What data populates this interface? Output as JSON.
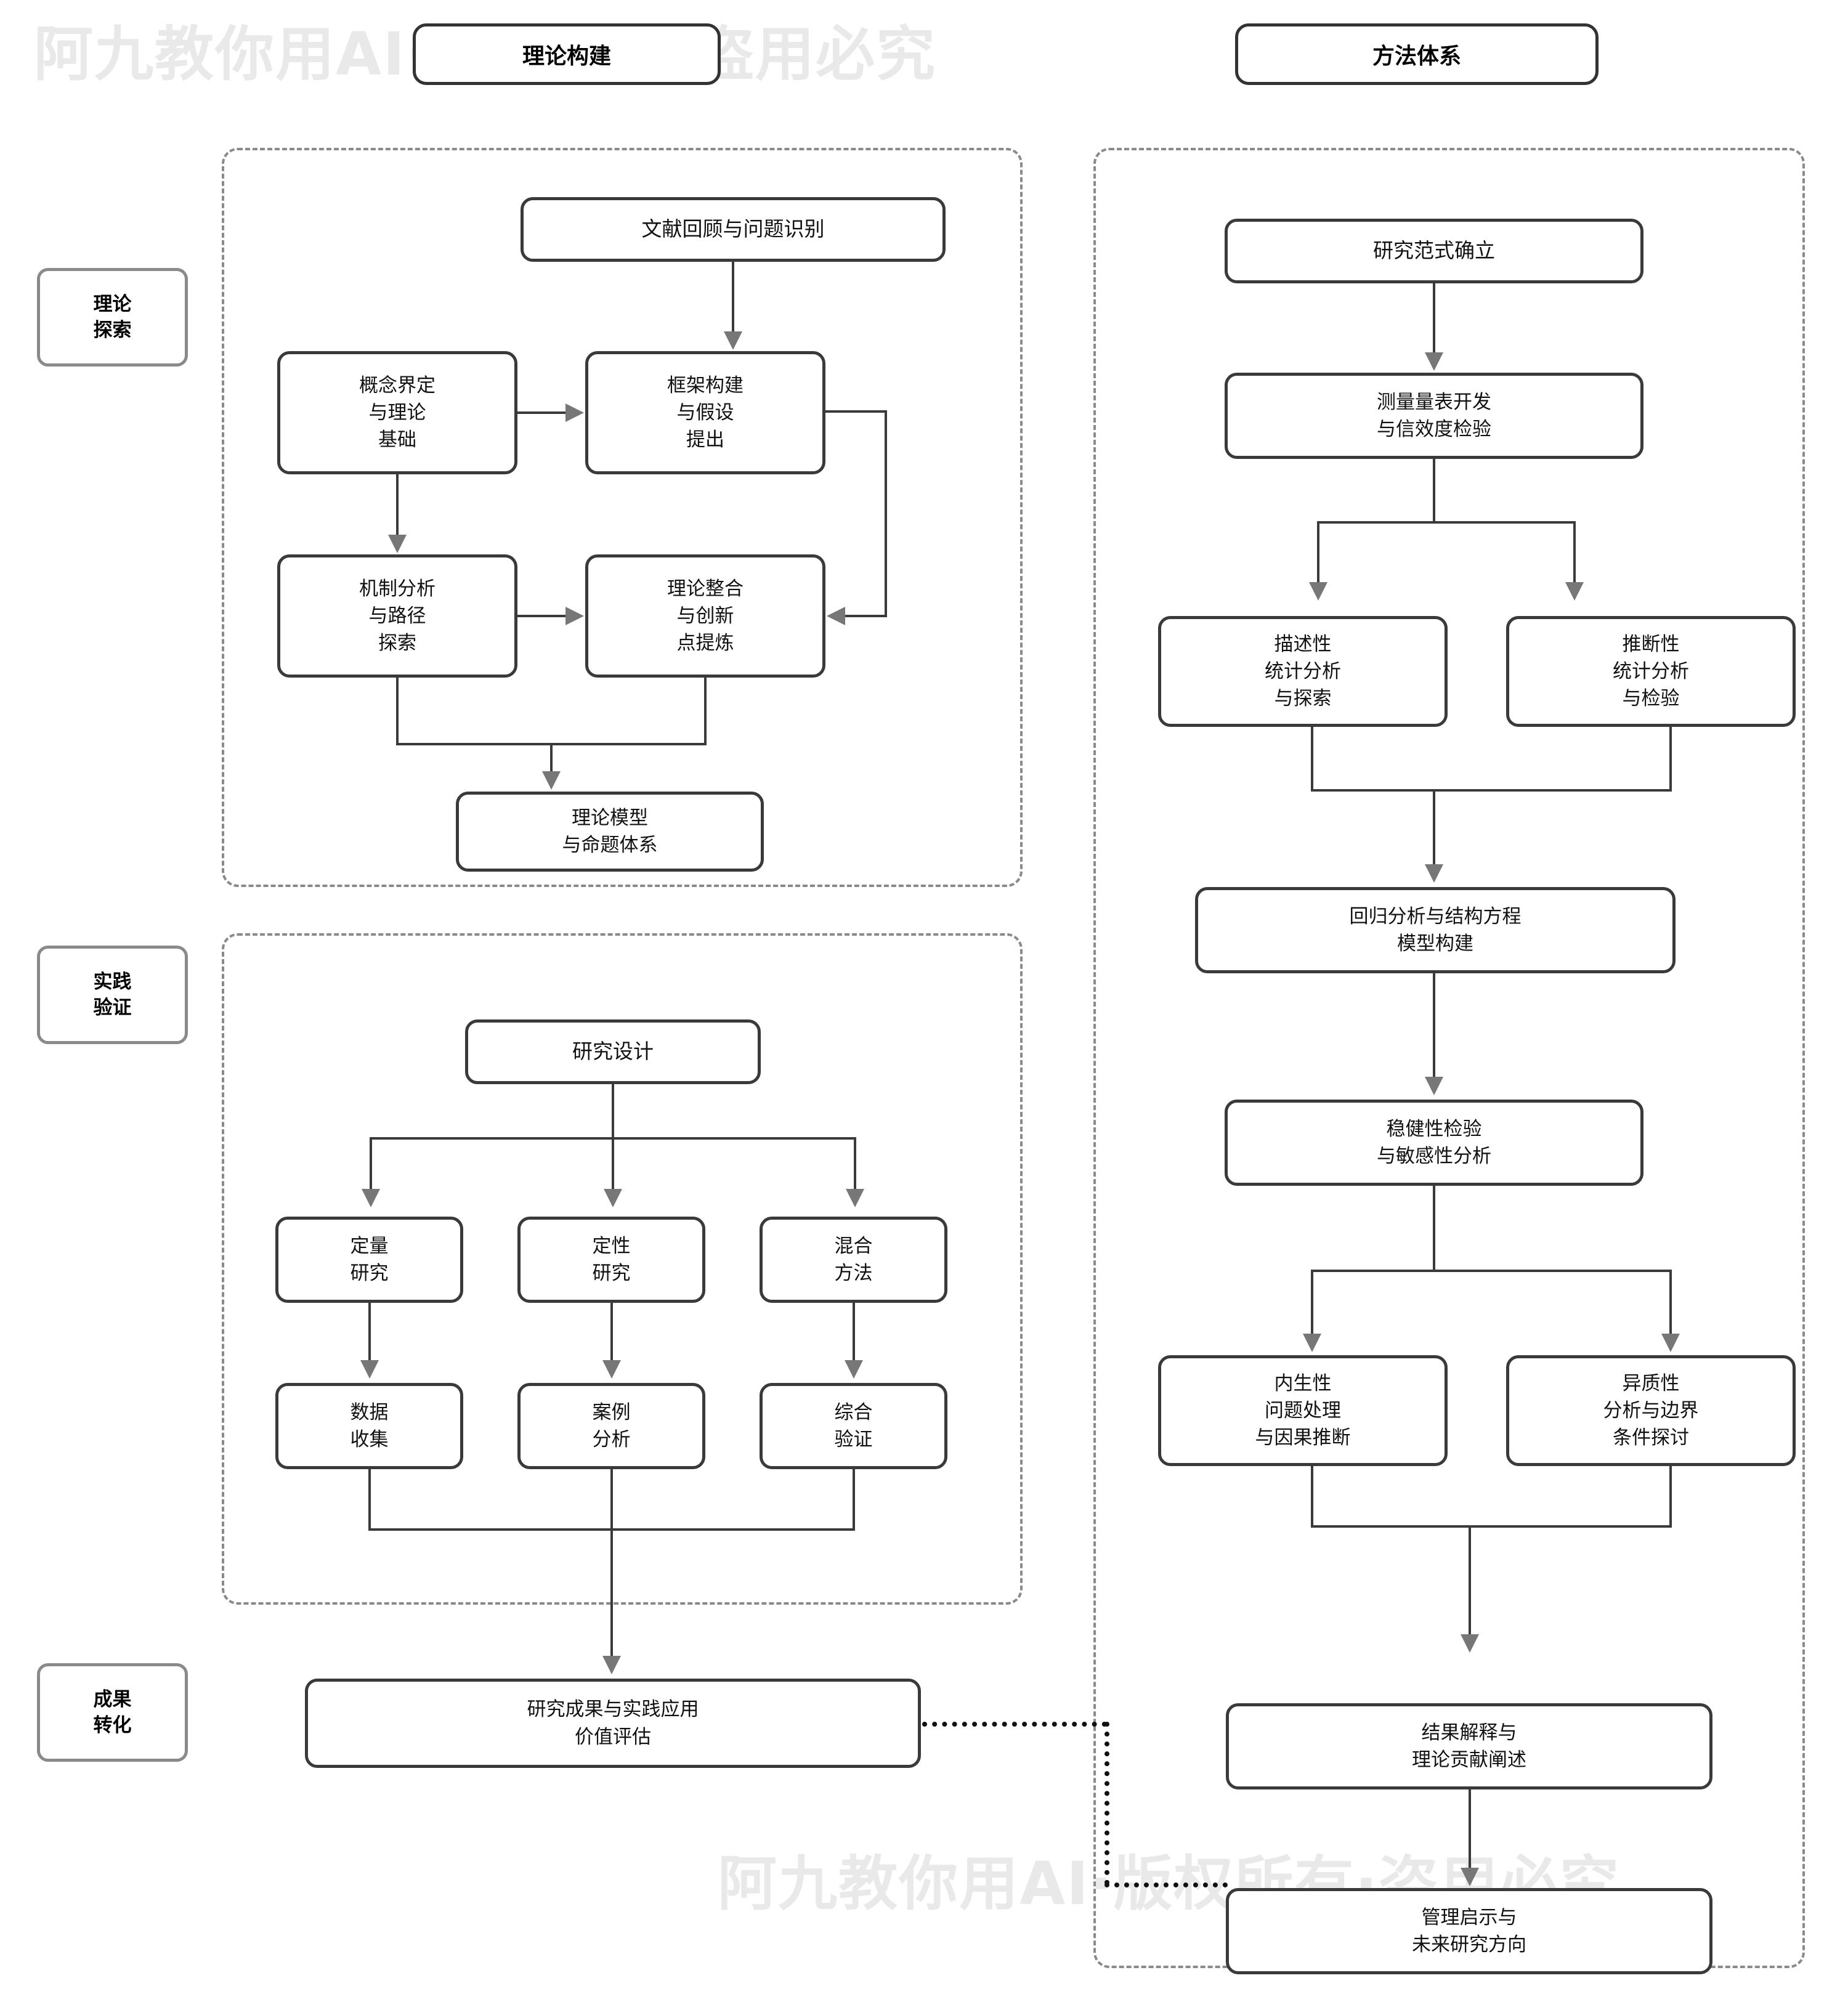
{
  "watermark": {
    "top": "阿九教你用AI·版权所有·盗用必究",
    "bottom": "阿九教你用AI·版权所有·盗用必究"
  },
  "headers": {
    "left": "理论构建",
    "right": "方法体系"
  },
  "phases": [
    {
      "line1": "理论",
      "line2": "探索"
    },
    {
      "line1": "实践",
      "line2": "验证"
    },
    {
      "line1": "成果",
      "line2": "转化"
    }
  ],
  "left_panel": {
    "theory": {
      "literature_review": "文献回顾与问题识别",
      "concept_definition": [
        "概念界定",
        "与理论",
        "基础"
      ],
      "framework_construction": [
        "框架构建",
        "与假设",
        "提出"
      ],
      "mechanism_analysis": [
        "机制分析",
        "与路径",
        "探索"
      ],
      "theory_integration": [
        "理论整合",
        "与创新",
        "点提炼"
      ],
      "theory_model": [
        "理论模型",
        "与命题体系"
      ]
    },
    "practice": {
      "research_design": "研究设计",
      "methods": [
        {
          "line1": "定量",
          "line2": "研究"
        },
        {
          "line1": "定性",
          "line2": "研究"
        },
        {
          "line1": "混合",
          "line2": "方法"
        }
      ],
      "outputs": [
        {
          "line1": "数据",
          "line2": "收集"
        },
        {
          "line1": "案例",
          "line2": "分析"
        },
        {
          "line1": "综合",
          "line2": "验证"
        }
      ]
    },
    "outcome": {
      "research_outcome": [
        "研究成果与实践应用",
        "价值评估"
      ]
    }
  },
  "right_panel": {
    "paradigm": "研究范式确立",
    "scale_development": [
      "测量量表开发",
      "与信效度检验"
    ],
    "statistics": [
      {
        "line1": "描述性",
        "line2": "统计分析",
        "line3": "与探索"
      },
      {
        "line1": "推断性",
        "line2": "统计分析",
        "line3": "与检验"
      }
    ],
    "regression": [
      "回归分析与结构方程",
      "模型构建"
    ],
    "robustness": [
      "稳健性检验",
      "与敏感性分析"
    ],
    "advanced": [
      {
        "line1": "内生性",
        "line2": "问题处理",
        "line3": "与因果推断"
      },
      {
        "line1": "异质性",
        "line2": "分析与边界",
        "line3": "条件探讨"
      }
    ],
    "interpretation": [
      "结果解释与",
      "理论贡献阐述"
    ],
    "implications": [
      "管理启示与",
      "未来研究方向"
    ]
  },
  "colors": {
    "node_border": "#3a3a3a",
    "phase_border": "#8a8a8a",
    "dash_border": "#8a8a8a",
    "arrow": "#777777",
    "text": "#111111",
    "watermark": "#e9e9e9",
    "background": "#ffffff"
  }
}
